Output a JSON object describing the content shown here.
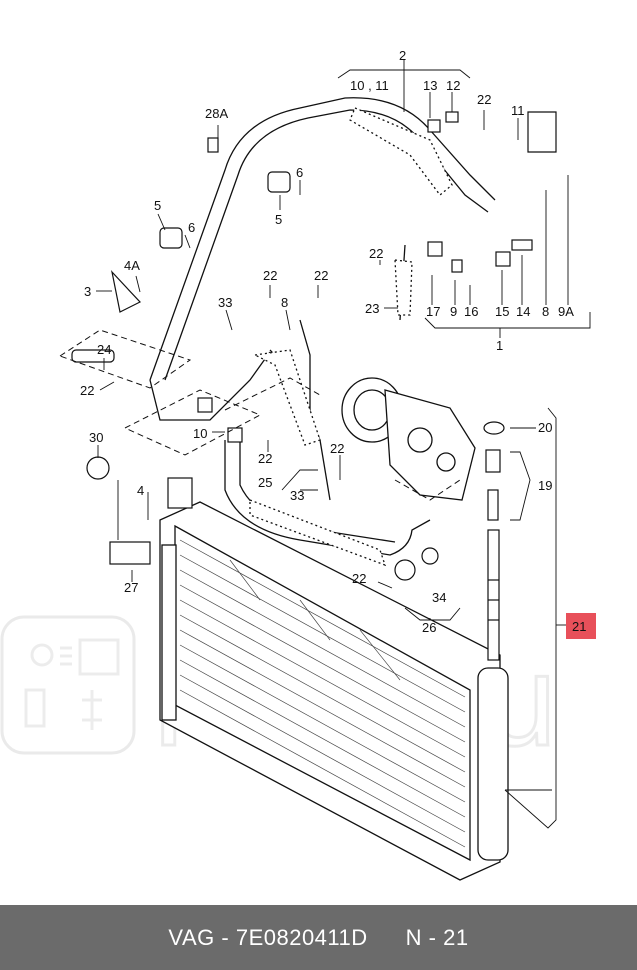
{
  "diagram": {
    "watermark": "Rulli.ru",
    "callouts": [
      "2",
      "10 , 11",
      "13",
      "12",
      "22",
      "11",
      "28A",
      "6",
      "5",
      "5",
      "6",
      "4A",
      "3",
      "22",
      "22",
      "33",
      "8",
      "22",
      "23",
      "17",
      "9",
      "16",
      "15",
      "14",
      "8",
      "9A",
      "1",
      "24",
      "22",
      "10",
      "22",
      "30",
      "25",
      "33",
      "22",
      "20",
      "19",
      "4",
      "27",
      "22",
      "34",
      "26",
      "21"
    ]
  },
  "footer": {
    "brand": "VAG",
    "separator": "-",
    "part_number": "7E0820411D",
    "position_label": "N - 21"
  },
  "colors": {
    "highlight": "#e8505a",
    "footer_bg": "#6b6b6b",
    "line": "#111111"
  }
}
